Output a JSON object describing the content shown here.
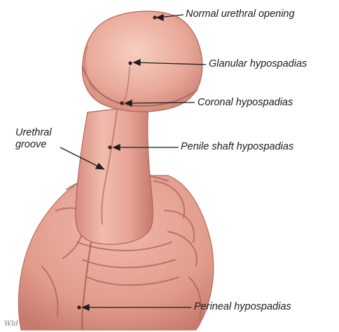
{
  "labels": {
    "normal_urethral_opening": "Normal urethral opening",
    "glanular": "Glanular hypospadias",
    "coronal": "Coronal hypospadias",
    "penile_shaft": "Penile shaft hypospadias",
    "urethral_groove": "Urethral\ngroove",
    "perineal": "Perineal hypospadias"
  },
  "signature": "Wld",
  "colors": {
    "skin_base": "#e8a596",
    "skin_light": "#f3c3b4",
    "skin_shadow": "#c98073",
    "skin_dark": "#a8645a",
    "leader": "#1c1c1c"
  }
}
